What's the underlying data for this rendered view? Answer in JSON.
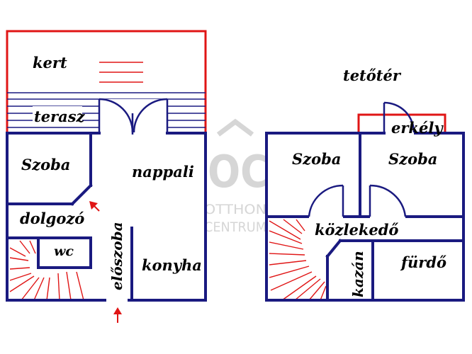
{
  "colors": {
    "wall": "#1a1a80",
    "outline": "#e01515",
    "terrace_lines": "#1a1a80",
    "stairs": "#e01515",
    "arrow": "#e01515",
    "watermark": "#d6d6d6"
  },
  "ground_floor": {
    "rooms": {
      "kert": "kert",
      "terasz": "terasz",
      "szoba": "Szoba",
      "nappali": "nappali",
      "dolgozo": "dolgozó",
      "wc": "wc",
      "eloszoba": "előszoba",
      "konyha": "konyha"
    }
  },
  "upper_floor": {
    "title": "tetőtér",
    "rooms": {
      "erkely": "erkély",
      "szoba_left": "Szoba",
      "szoba_right": "Szoba",
      "kozlekedo": "közlekedő",
      "furdo": "fürdő",
      "kazan": "kazán"
    }
  },
  "watermark": {
    "logo": "OC",
    "line1": "OTTHON",
    "line2": "CENTRUM"
  }
}
